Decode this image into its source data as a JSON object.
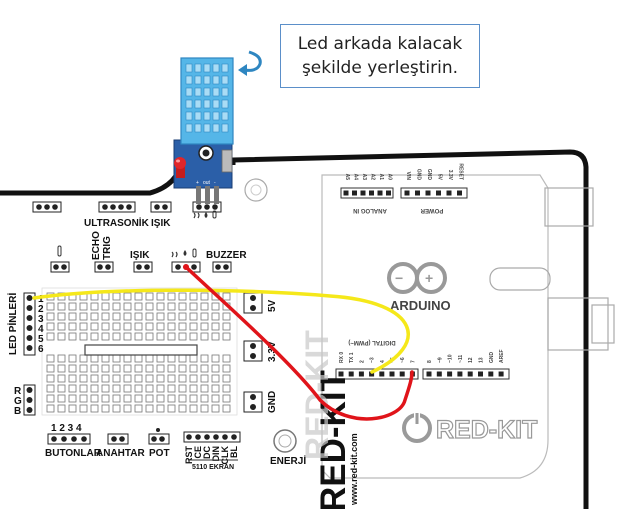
{
  "callout": {
    "line1": "Led arkada kalacak",
    "line2": "şekilde yerleştirin."
  },
  "board": {
    "ultrasonik": "ULTRASONİK",
    "isik_top": "IŞIK",
    "echo": "ECHO",
    "trig": "TRIG",
    "isik_mid": "IŞIK",
    "buzzer": "BUZZER",
    "led_pinleri": "LED PİNLERİ",
    "led_numbers": [
      "1",
      "2",
      "3",
      "4",
      "5",
      "6"
    ],
    "rgb": [
      "R",
      "G",
      "B"
    ],
    "v5": "5V",
    "v33": "3.3V",
    "gnd": "GND",
    "btn_numbers": "1 2 3 4",
    "butonlar": "BUTONLAR",
    "anahtar": "ANAHTAR",
    "pot": "POT",
    "lcd_pins": [
      "RST",
      "CE",
      "DC",
      "DIN",
      "CLK",
      "BL"
    ],
    "lcd_label": "5110 EKRAN",
    "enerji": "ENERJİ",
    "website": "www.red-kit.com",
    "redkit_logo": "RED-KIT",
    "redkit_logo2": "RED-KIT"
  },
  "arduino": {
    "name": "ARDUINO",
    "analog_in": "ANALOG IN",
    "power": "POWER",
    "digital": "DIGITAL (PWM~)",
    "analog_pins": [
      "A5",
      "A4",
      "A3",
      "A2",
      "A1",
      "A0"
    ],
    "power_pins": [
      "VIN",
      "GND",
      "GND",
      "5V",
      "3.3V",
      "RESET"
    ],
    "digital_low": [
      "7",
      "~6",
      "~5",
      "4",
      "~3",
      "2",
      "TX 1",
      "RX 0"
    ],
    "digital_high": [
      "AREF",
      "GND",
      "13",
      "12",
      "~11",
      "~10",
      "~9",
      "8"
    ]
  },
  "sensor": {
    "pins": [
      "+",
      "out",
      "-"
    ]
  },
  "wire_colors": {
    "yellow": "#f5e81a",
    "red": "#e0141a"
  }
}
